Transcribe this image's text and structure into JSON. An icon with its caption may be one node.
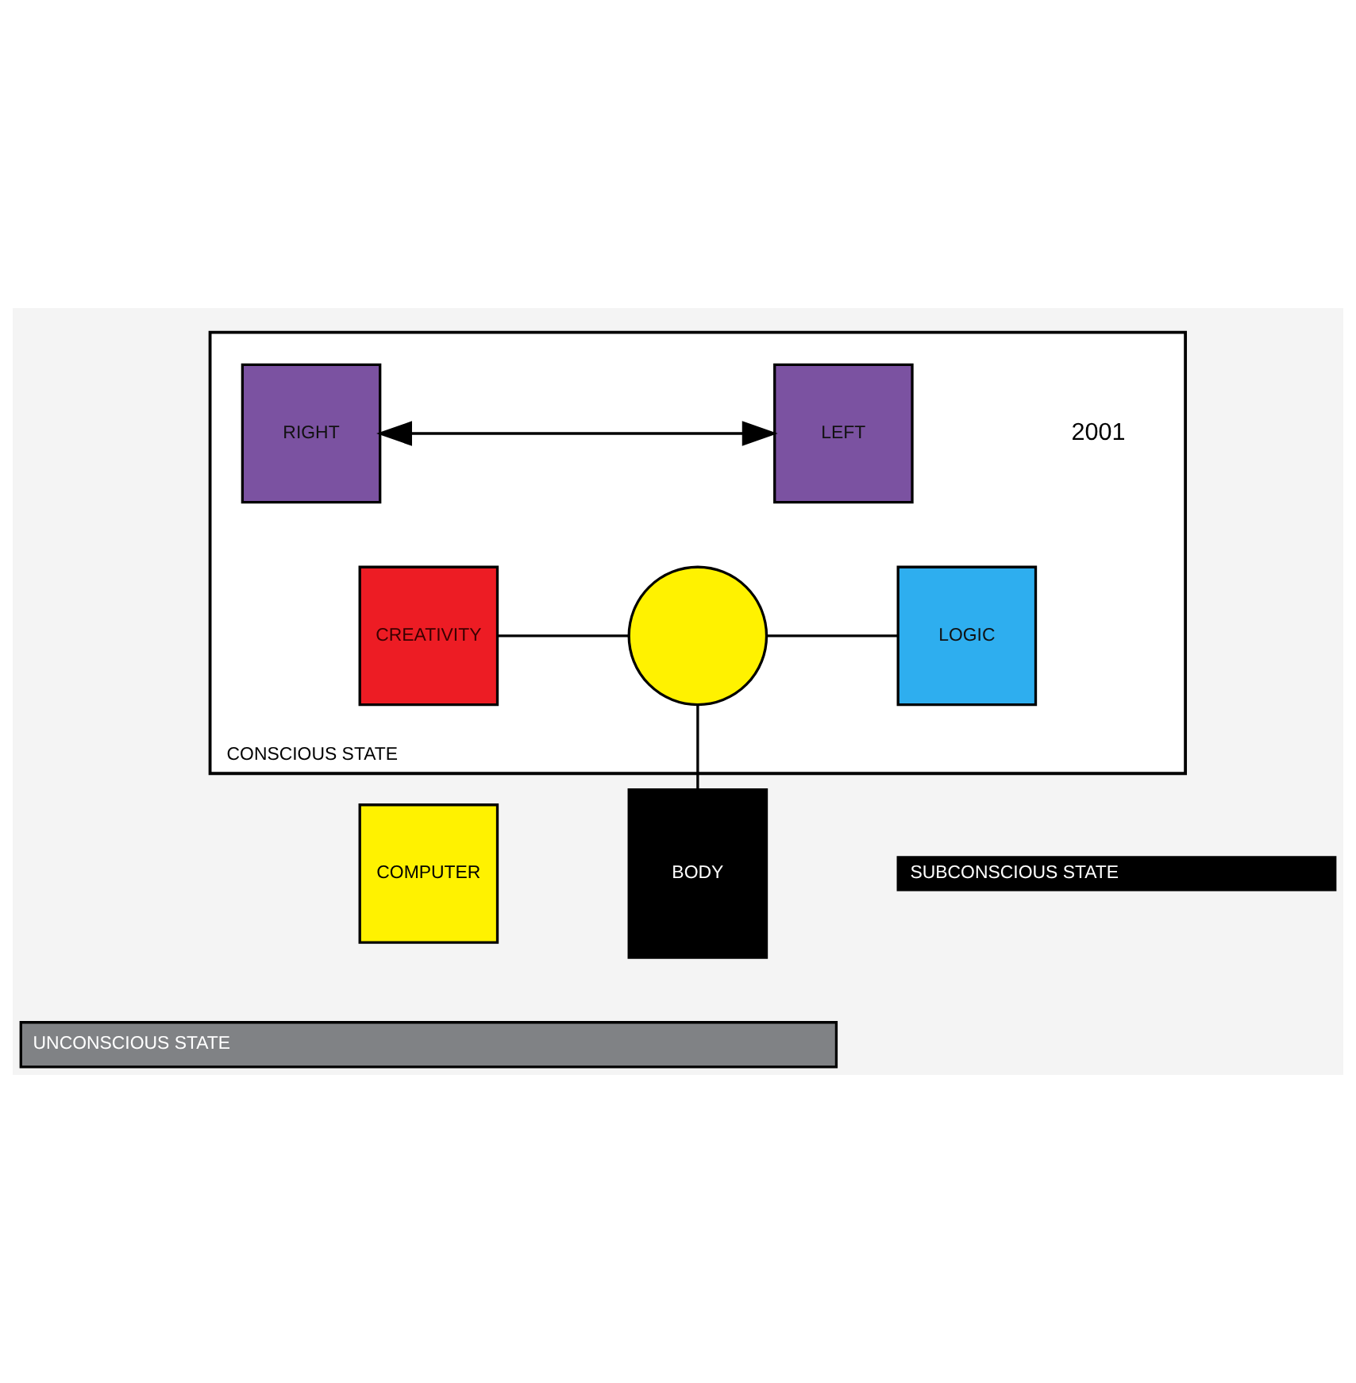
{
  "diagram": {
    "nodes": [
      {
        "text": [
          "COMPUTER"
        ]
      },
      {
        "text": [
          "CONSCIOUS STATE"
        ]
      },
      {
        "text": [
          "RIGHT"
        ],
        "in": 1
      },
      {
        "text": [
          "LEFT"
        ],
        "in": 1
      },
      {
        "text": [
          "CREATIVITY"
        ],
        "in": 1
      },
      {
        "text": [],
        "shape": "circle",
        "in": 1
      },
      {
        "text": [
          "LOGIC"
        ],
        "in": 1
      },
      {
        "text": [
          "SUBCONSCIOUS STATE"
        ]
      },
      {
        "text": [
          "UNCONSCIOUS STATE"
        ]
      },
      {
        "text": [
          "BODY"
        ]
      }
    ],
    "edges": [
      {
        "from": 2,
        "to": 3,
        "arrow": "both"
      },
      {
        "from": 4,
        "to": 5,
        "arrow": "none"
      },
      {
        "from": 5,
        "to": 6,
        "arrow": "none"
      },
      {
        "from": 5,
        "to": 9,
        "arrow": "none"
      }
    ],
    "labels": [
      "2001"
    ]
  }
}
